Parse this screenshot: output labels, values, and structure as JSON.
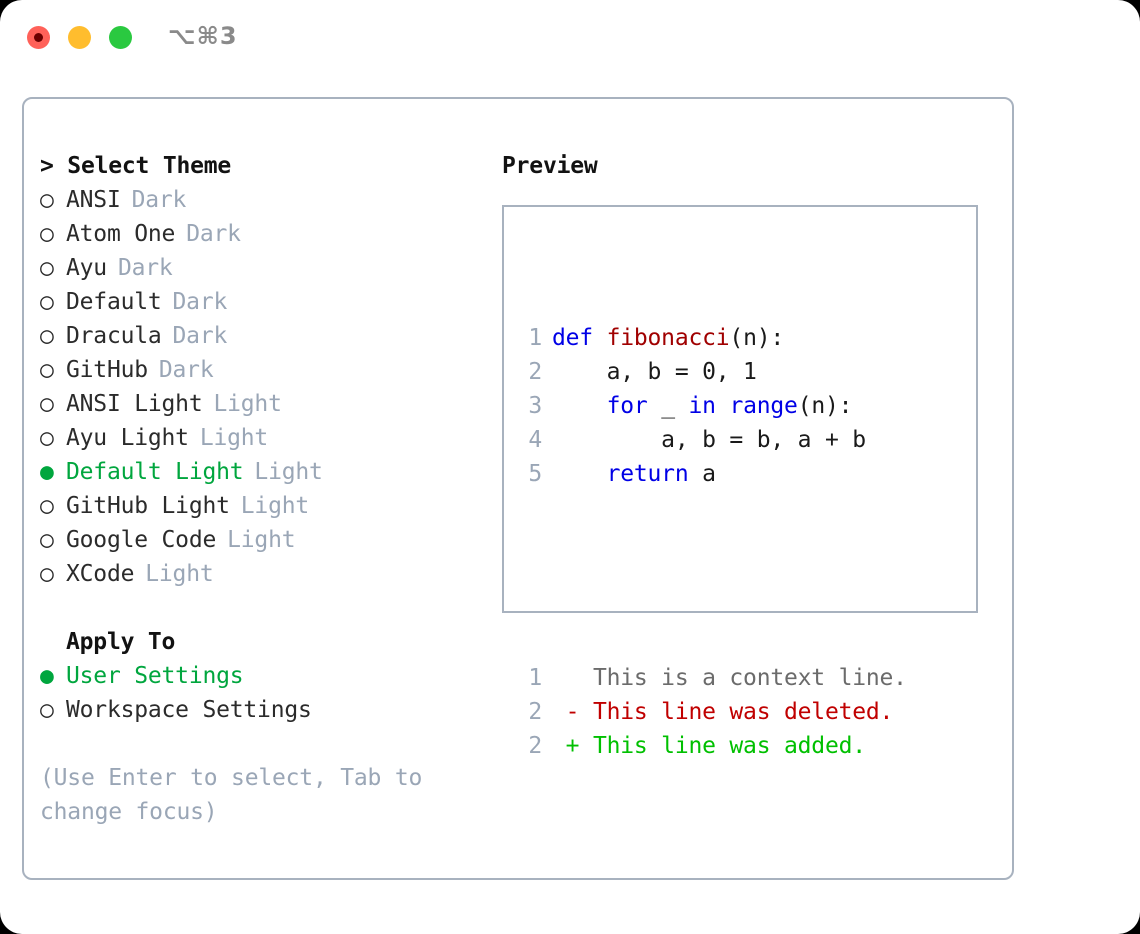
{
  "titlebar": {
    "shortcut": "⌥⌘3",
    "buttons": [
      {
        "name": "close",
        "color": "#ff6159"
      },
      {
        "name": "minimize",
        "color": "#ffbd2e"
      },
      {
        "name": "maximize",
        "color": "#2ac940"
      }
    ]
  },
  "theme_picker": {
    "title": "> Select Theme",
    "selected_marker": "●",
    "unselected_marker": "○",
    "accent_color": "#00a63e",
    "tag_color": "#9aa6b6",
    "options": [
      {
        "label": "ANSI",
        "tag": "Dark",
        "selected": false
      },
      {
        "label": "Atom One",
        "tag": "Dark",
        "selected": false
      },
      {
        "label": "Ayu",
        "tag": "Dark",
        "selected": false
      },
      {
        "label": "Default",
        "tag": "Dark",
        "selected": false
      },
      {
        "label": "Dracula",
        "tag": "Dark",
        "selected": false
      },
      {
        "label": "GitHub",
        "tag": "Dark",
        "selected": false
      },
      {
        "label": "ANSI Light",
        "tag": "Light",
        "selected": false
      },
      {
        "label": "Ayu Light",
        "tag": "Light",
        "selected": false
      },
      {
        "label": "Default Light",
        "tag": "Light",
        "selected": true
      },
      {
        "label": "GitHub Light",
        "tag": "Light",
        "selected": false
      },
      {
        "label": "Google Code",
        "tag": "Light",
        "selected": false
      },
      {
        "label": "XCode",
        "tag": "Light",
        "selected": false
      }
    ]
  },
  "apply_to": {
    "title": "Apply To",
    "options": [
      {
        "label": "User Settings",
        "selected": true
      },
      {
        "label": "Workspace Settings",
        "selected": false
      }
    ]
  },
  "hint": "(Use Enter to select, Tab to change focus)",
  "preview": {
    "title": "Preview",
    "code_lines": [
      {
        "num": "1",
        "tokens": [
          {
            "text": "def ",
            "kind": "kw"
          },
          {
            "text": "fibonacci",
            "kind": "fn"
          },
          {
            "text": "(n):",
            "kind": "txt"
          }
        ]
      },
      {
        "num": "2",
        "tokens": [
          {
            "text": "    a, b = 0, 1",
            "kind": "txt"
          }
        ]
      },
      {
        "num": "3",
        "tokens": [
          {
            "text": "    ",
            "kind": "txt"
          },
          {
            "text": "for",
            "kind": "kw"
          },
          {
            "text": " _ ",
            "kind": "txt"
          },
          {
            "text": "in",
            "kind": "kw"
          },
          {
            "text": " ",
            "kind": "txt"
          },
          {
            "text": "range",
            "kind": "kw"
          },
          {
            "text": "(n):",
            "kind": "txt"
          }
        ]
      },
      {
        "num": "4",
        "tokens": [
          {
            "text": "        a, b = b, a + b",
            "kind": "txt"
          }
        ]
      },
      {
        "num": "5",
        "tokens": [
          {
            "text": "    ",
            "kind": "txt"
          },
          {
            "text": "return",
            "kind": "kw"
          },
          {
            "text": " a",
            "kind": "txt"
          }
        ]
      }
    ],
    "diff_lines": [
      {
        "num": "1",
        "tokens": [
          {
            "text": "   This is a context line.",
            "kind": "ctx"
          }
        ]
      },
      {
        "num": "2",
        "tokens": [
          {
            "text": " - This line was deleted.",
            "kind": "del"
          }
        ]
      },
      {
        "num": "2",
        "tokens": [
          {
            "text": " + This line was added.",
            "kind": "add"
          }
        ]
      }
    ]
  }
}
